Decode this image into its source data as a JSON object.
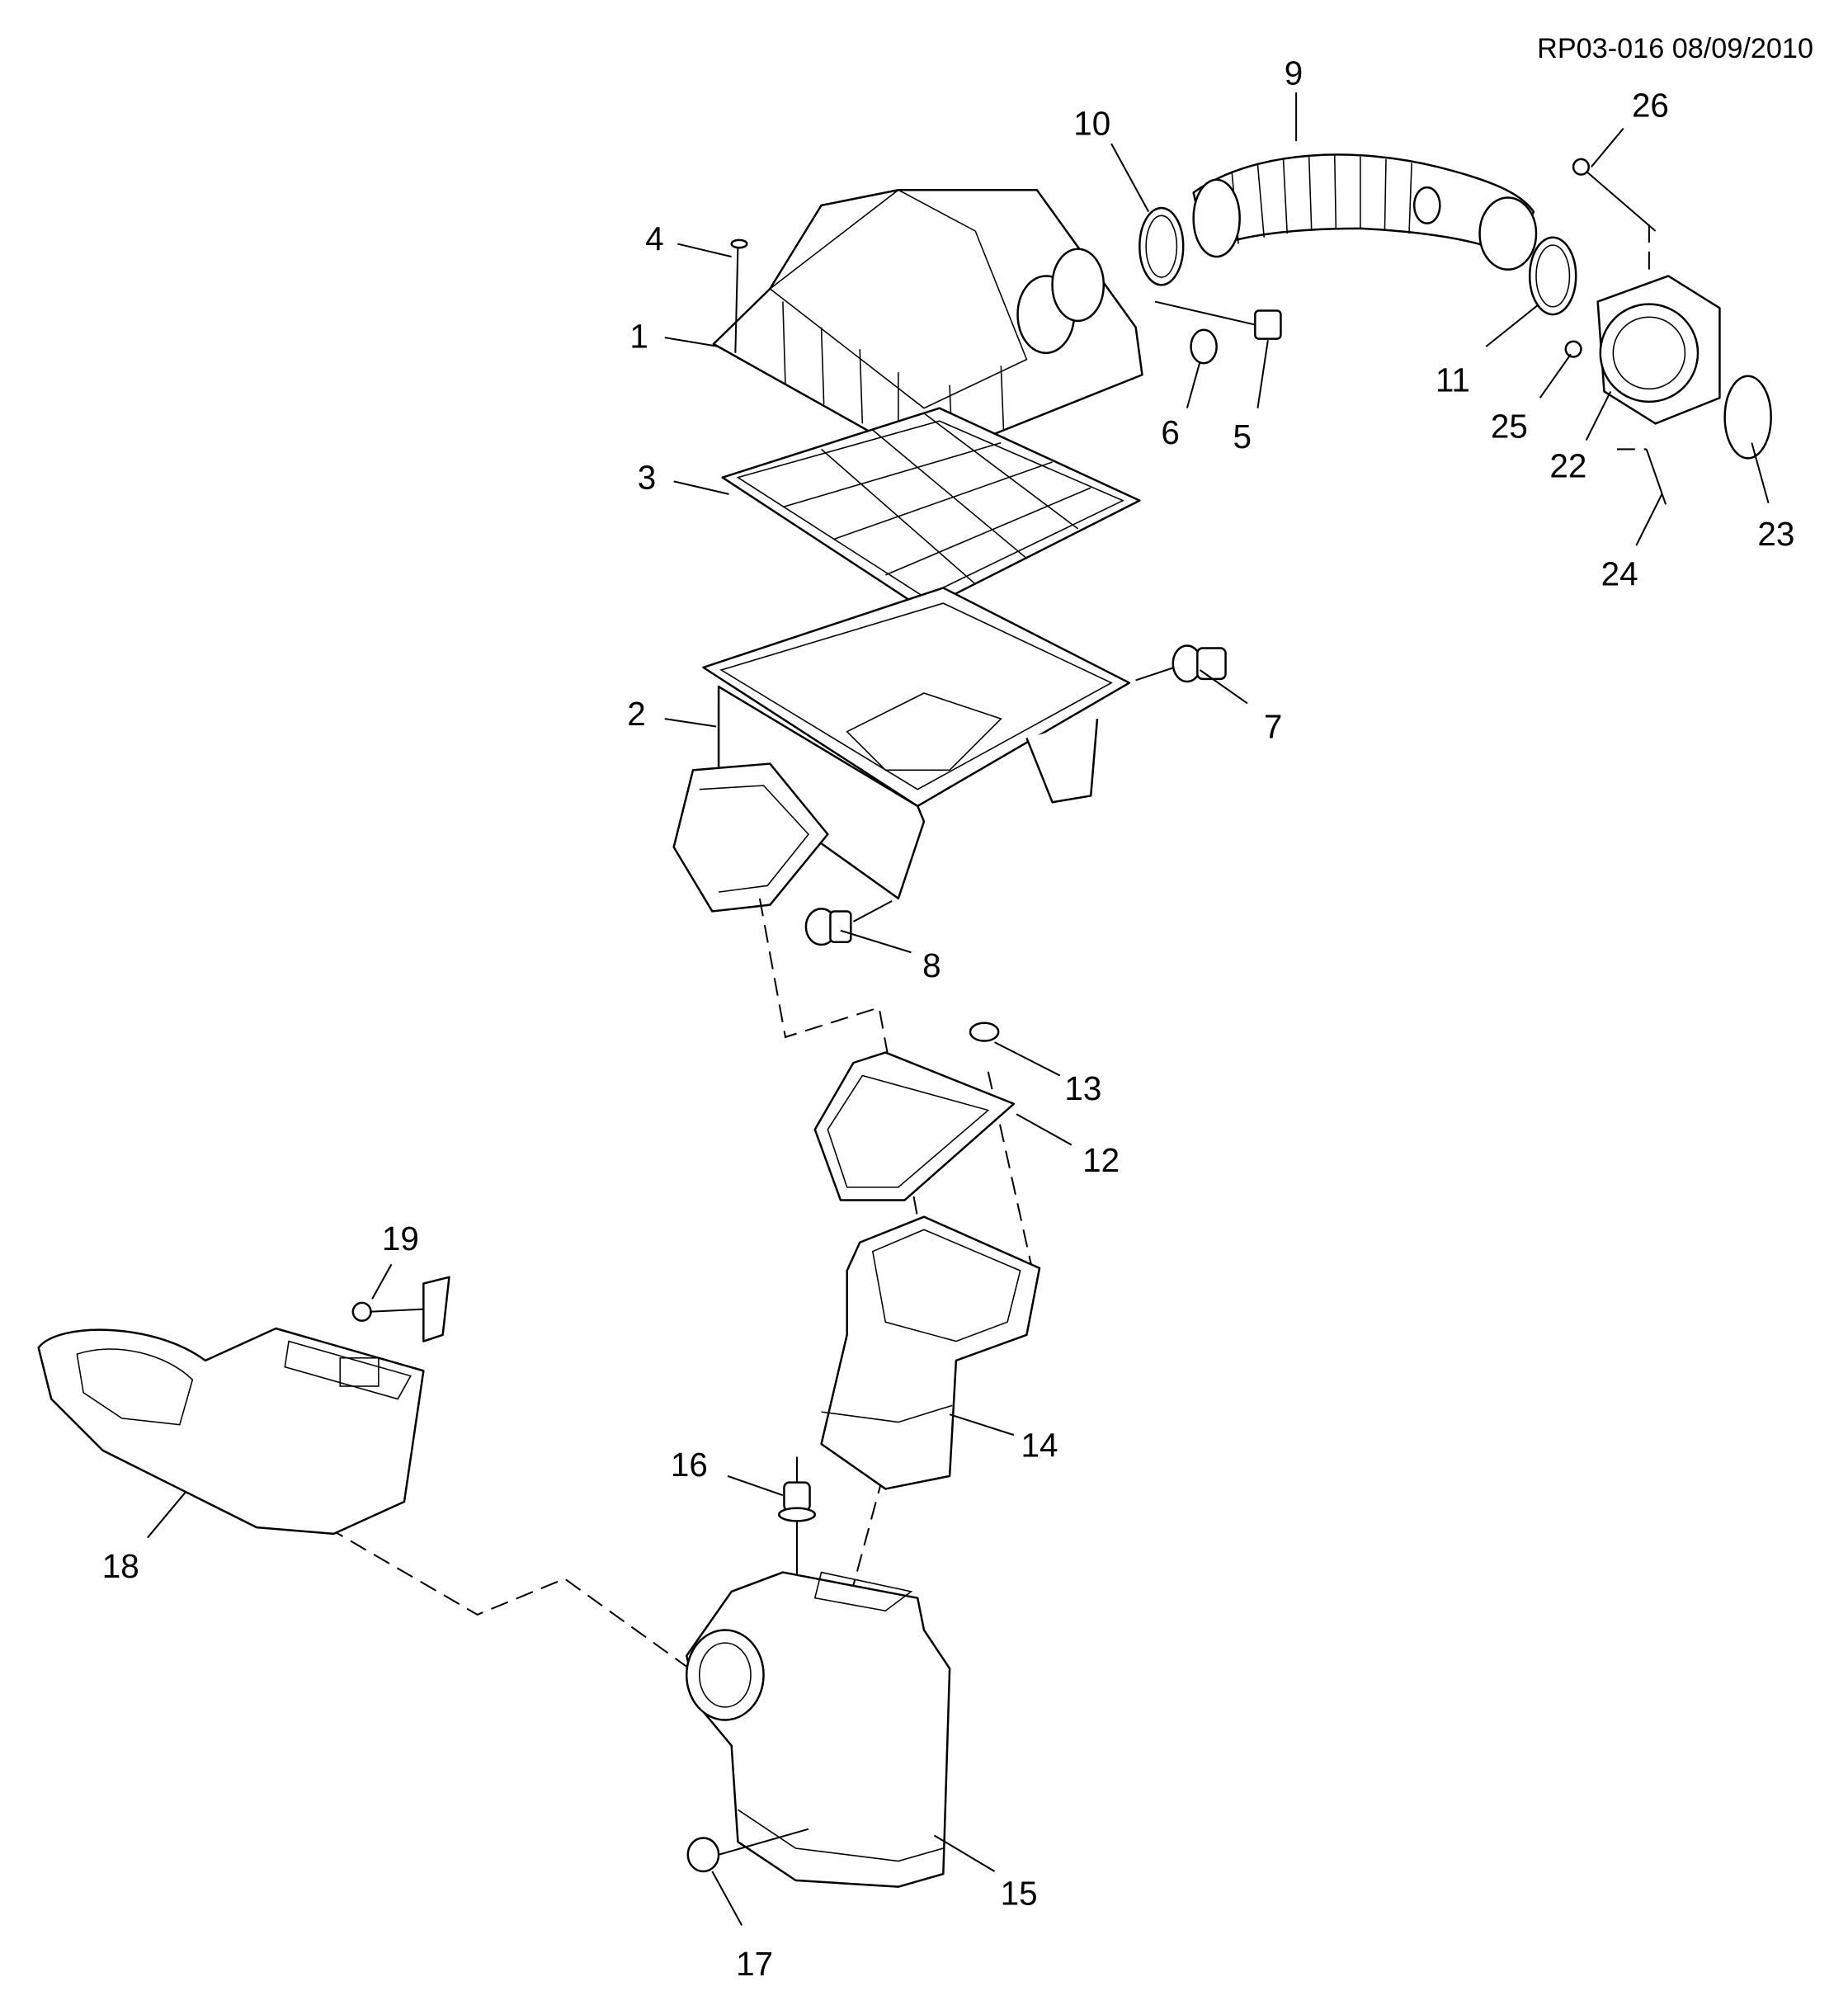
{
  "header": {
    "reference": "RP03-016 08/09/2010"
  },
  "callouts": [
    "1",
    "2",
    "3",
    "4",
    "5",
    "6",
    "7",
    "8",
    "9",
    "10",
    "11",
    "12",
    "13",
    "14",
    "15",
    "16",
    "17",
    "18",
    "19",
    "22",
    "23",
    "24",
    "25",
    "26"
  ]
}
